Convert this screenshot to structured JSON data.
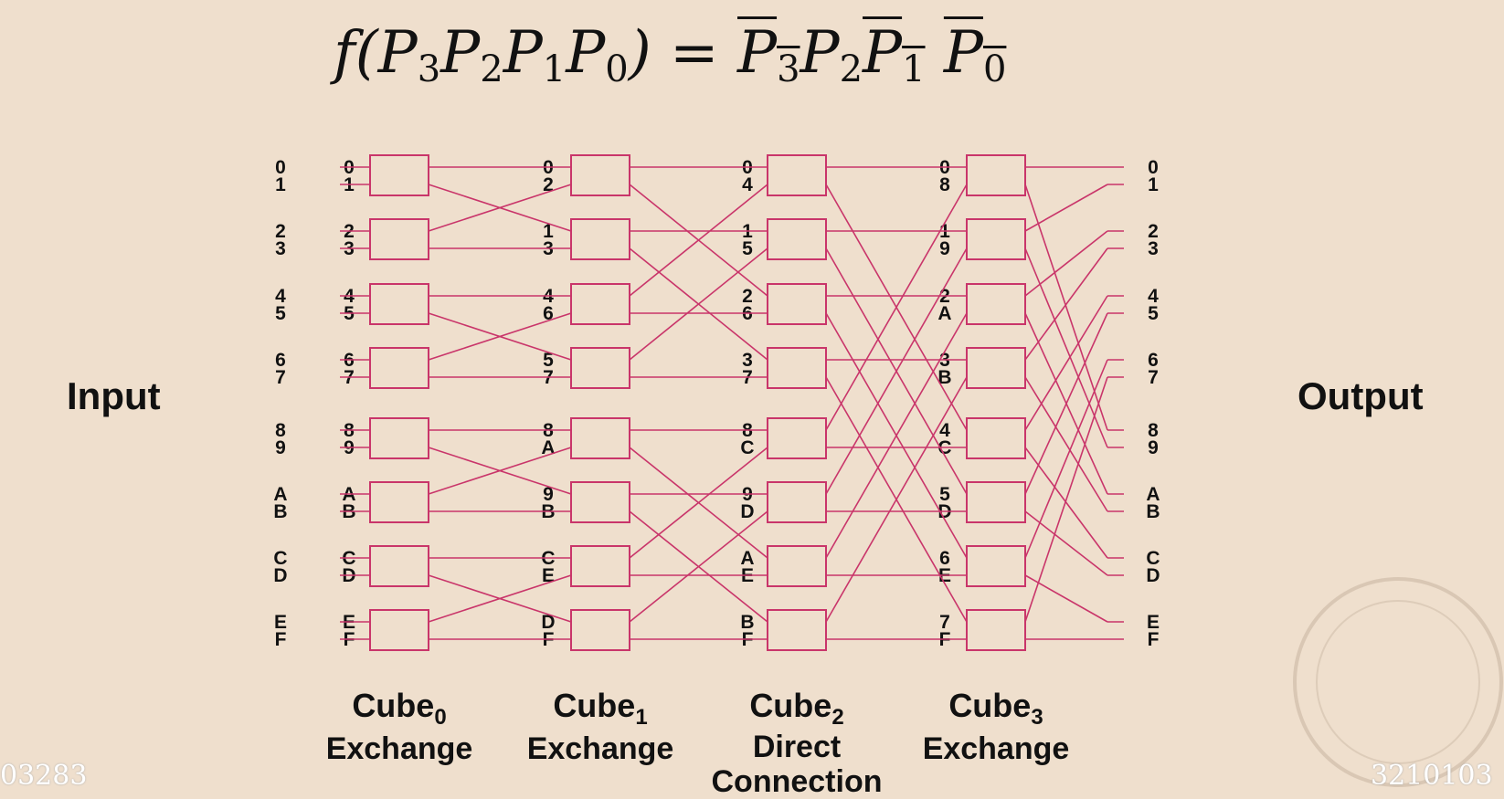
{
  "formula": {
    "lead": "f(P",
    "s3": "3",
    "p2": "P",
    "s2": "2",
    "p1": "P",
    "s1": "1",
    "p0": "P",
    "s0": "0",
    "eq": ") = ",
    "r3": "P",
    "rs3": "3",
    "r2": "P",
    "rs2": "2",
    "r1": "P",
    "rs1": "1",
    "r0": "P",
    "rs0": "0"
  },
  "input_label": "Input",
  "output_label": "Output",
  "input_numbers": [
    "0",
    "1",
    "2",
    "3",
    "4",
    "5",
    "6",
    "7",
    "8",
    "9",
    "A",
    "B",
    "C",
    "D",
    "E",
    "F"
  ],
  "output_numbers": [
    "0",
    "1",
    "2",
    "3",
    "4",
    "5",
    "6",
    "7",
    "8",
    "9",
    "A",
    "B",
    "C",
    "D",
    "E",
    "F"
  ],
  "stage_labels": [
    {
      "name": "Cube",
      "sub": "0",
      "op": "Exchange"
    },
    {
      "name": "Cube",
      "sub": "1",
      "op": "Exchange"
    },
    {
      "name": "Cube",
      "sub": "2",
      "op": "Direct Connection"
    },
    {
      "name": "Cube",
      "sub": "3",
      "op": "Exchange"
    }
  ],
  "column_inputs": [
    [
      "0",
      "1",
      "2",
      "3",
      "4",
      "5",
      "6",
      "7",
      "8",
      "9",
      "A",
      "B",
      "C",
      "D",
      "E",
      "F"
    ],
    [
      "0",
      "2",
      "1",
      "3",
      "4",
      "6",
      "5",
      "7",
      "8",
      "A",
      "9",
      "B",
      "C",
      "E",
      "D",
      "F"
    ],
    [
      "0",
      "4",
      "1",
      "5",
      "2",
      "6",
      "3",
      "7",
      "8",
      "C",
      "9",
      "D",
      "A",
      "E",
      "B",
      "F"
    ],
    [
      "0",
      "8",
      "1",
      "9",
      "2",
      "A",
      "3",
      "B",
      "4",
      "C",
      "5",
      "D",
      "6",
      "E",
      "7",
      "F"
    ]
  ],
  "watermark_left": "03283",
  "watermark_right": "3210103",
  "colors": {
    "line": "#c9356a",
    "box": "#c9356a",
    "text": "#111111",
    "background": "#efdfcd"
  }
}
